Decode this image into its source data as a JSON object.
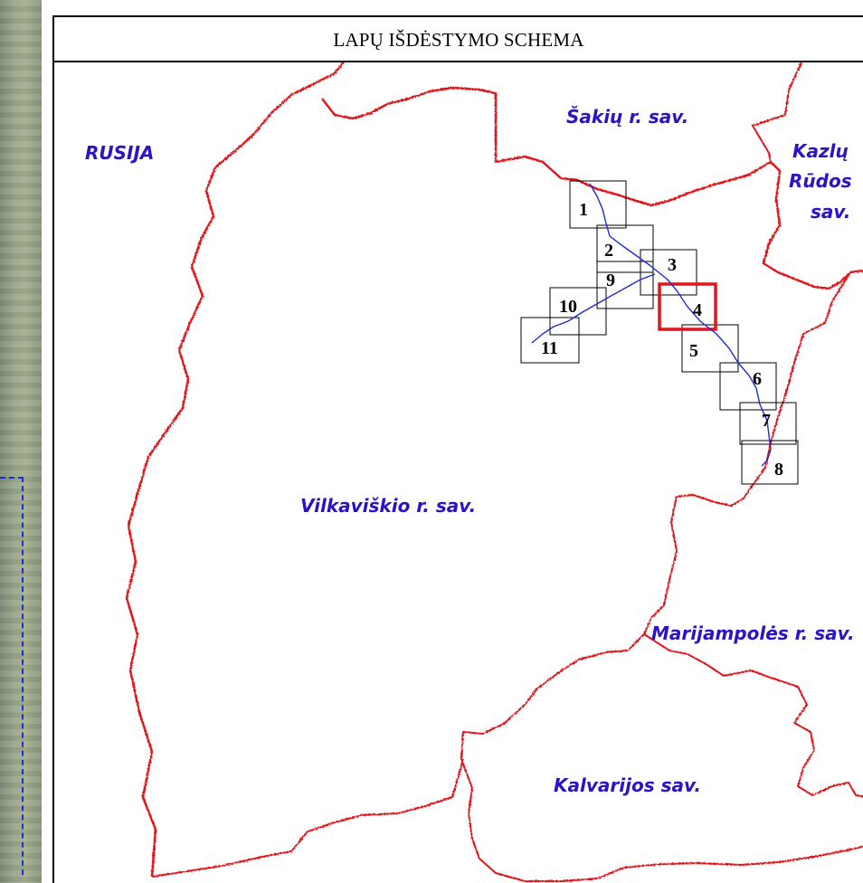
{
  "title": "LAPŲ IŠDĖSTYMO SCHEMA",
  "colors": {
    "boundary": "#e0141b",
    "river": "#1e2bd6",
    "region_label": "#2a14c8",
    "sheet_outline": "#000000",
    "highlighted_sheet": "#e0141b"
  },
  "regions": {
    "rusija": "RUSIJA",
    "sakiu": "Šakių r. sav.",
    "kazlu_1": "Kazlų",
    "kazlu_2": "Rūdos",
    "kazlu_3": "sav.",
    "vilkaviskio": "Vilkaviškio r. sav.",
    "marijampoles": "Marijampolės r. sav.",
    "kalvarijos": "Kalvarijos sav."
  },
  "sheets": [
    {
      "id": "1",
      "label": "1"
    },
    {
      "id": "2",
      "label": "2"
    },
    {
      "id": "3",
      "label": "3"
    },
    {
      "id": "4",
      "label": "4",
      "highlighted": true
    },
    {
      "id": "5",
      "label": "5"
    },
    {
      "id": "6",
      "label": "6"
    },
    {
      "id": "7",
      "label": "7"
    },
    {
      "id": "8",
      "label": "8"
    },
    {
      "id": "9",
      "label": "9"
    },
    {
      "id": "10",
      "label": "10"
    },
    {
      "id": "11",
      "label": "11"
    }
  ]
}
